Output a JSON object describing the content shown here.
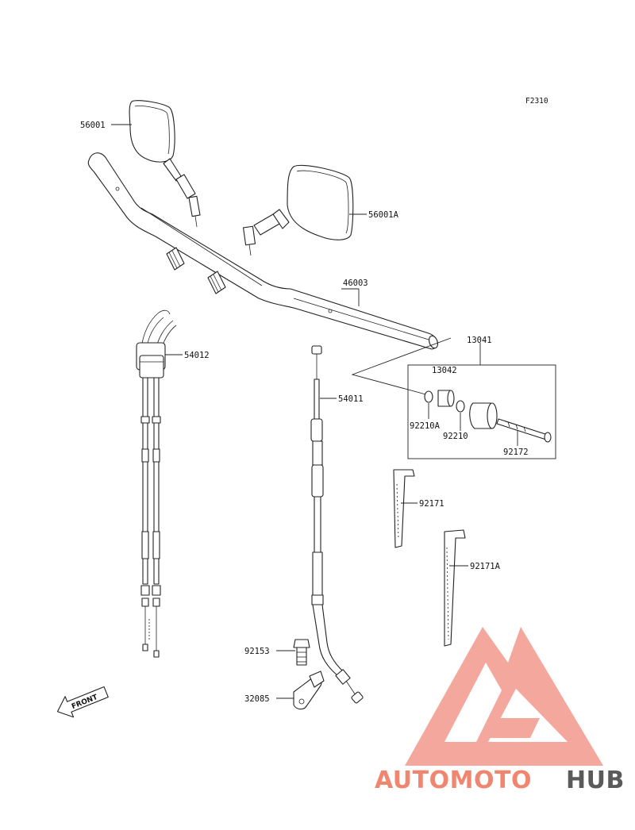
{
  "diagram_code": "F2310",
  "callouts": {
    "c56001": "56001",
    "c56001A": "56001A",
    "c46003": "46003",
    "c13041": "13041",
    "c13042": "13042",
    "c54012": "54012",
    "c54011": "54011",
    "c92210A": "92210A",
    "c92210": "92210",
    "c92172": "92172",
    "c92171": "92171",
    "c92171A": "92171A",
    "c92153": "92153",
    "c32085": "32085"
  },
  "front_arrow_label": "FRONT",
  "watermark": {
    "part1": "AUTOMOTO",
    "part2": "HUB",
    "color_primary": "#ef7b6b",
    "color_secondary": "#f5b44a",
    "color_dark": "#5a5a5a"
  }
}
